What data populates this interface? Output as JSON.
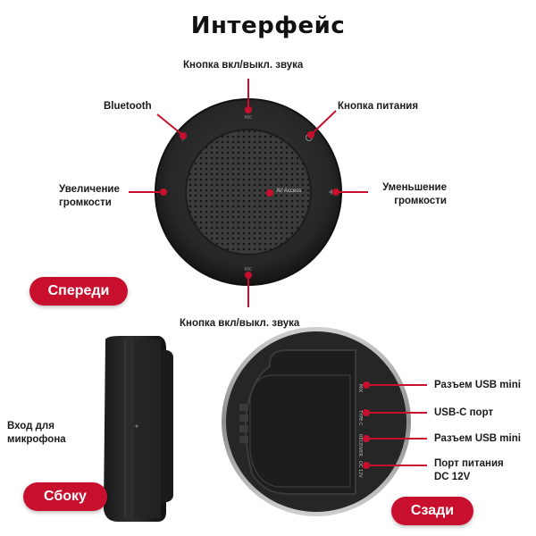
{
  "title": "Интерфейс",
  "front": {
    "mute_top": "Кнопка вкл/выкл. звука",
    "bluetooth": "Bluetooth",
    "power": "Кнопка питания",
    "vol_up_1": "Увеличение",
    "vol_up_2": "громкости",
    "vol_down_1": "Уменьшение",
    "vol_down_2": "громкости",
    "mute_bottom": "Кнопка вкл/выкл. звука",
    "brand": "AV Access",
    "badge": "Спереди"
  },
  "side": {
    "mic_1": "Вход для",
    "mic_2": "микрофона",
    "badge": "Сбоку"
  },
  "back": {
    "port1": "Разъем USB mini",
    "port2": "USB-C порт",
    "port3": "Разъем USB mini",
    "port4_1": "Порт питания",
    "port4_2": "DC 12V",
    "badge": "Сзади"
  },
  "colors": {
    "accent": "#c8102e",
    "device": "#2b2b2b"
  }
}
